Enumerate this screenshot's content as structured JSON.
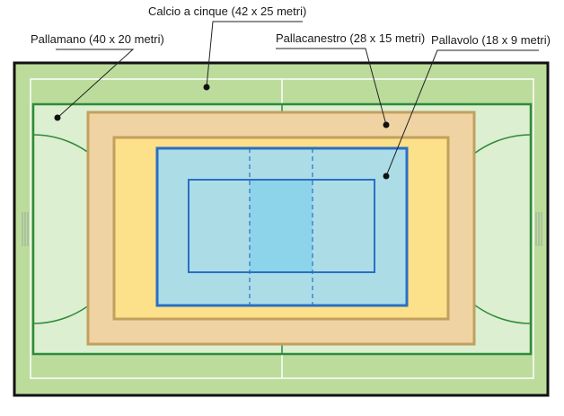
{
  "labels": {
    "calcio": "Calcio a cinque (42 x 25 metri)",
    "pallamano": "Pallamano (40 x 20 metri)",
    "pallacanestro": "Pallacanestro (28 x 15 metri)",
    "pallavolo": "Pallavolo (18 x 9 metri)"
  },
  "colors": {
    "calcio_field": "#bcdc9c",
    "pallamano_area": "#dcefd0",
    "pallamano_line": "#2f8a3c",
    "pallacanestro_outer": "#f0d3a2",
    "pallacanestro_line": "#c2a05e",
    "pallacanestro_inner": "#fde08a",
    "pallavolo_outer": "#acdde7",
    "pallavolo_line": "#2a6fc4",
    "pallavolo_center": "#8dd3ea",
    "frame": "#111111"
  }
}
